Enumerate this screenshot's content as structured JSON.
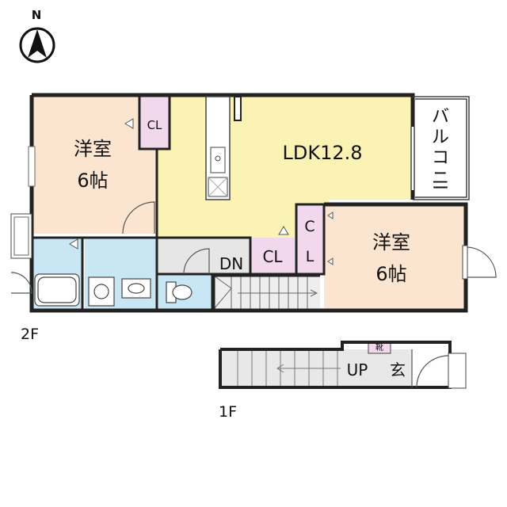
{
  "compass": {
    "label": "N",
    "icon": "north-arrow-icon"
  },
  "floors": {
    "second": "2F",
    "first": "1F"
  },
  "rooms": {
    "western_left": {
      "name": "洋室",
      "size": "6帖"
    },
    "ldk": {
      "name": "LDK12.8"
    },
    "balcony": {
      "name": "バルコニー"
    },
    "western_right": {
      "name": "洋室",
      "size": "6帖"
    },
    "closet_top_left": {
      "name": "CL"
    },
    "closet_middle": {
      "name": "CL"
    },
    "closet_vertical": {
      "chars": [
        "C",
        "L"
      ]
    },
    "stair_down": {
      "name": "DN"
    },
    "stair_up": {
      "name": "UP"
    },
    "entrance": {
      "name": "玄"
    },
    "shoe_box": {
      "name": "靴"
    }
  },
  "colors": {
    "western_room": "#fbe5d0",
    "ldk": "#fbf3b4",
    "wet_area": "#c9e6f5",
    "closet": "#f1d8ec",
    "hall": "#e6e6e6",
    "wall": "#222222"
  }
}
